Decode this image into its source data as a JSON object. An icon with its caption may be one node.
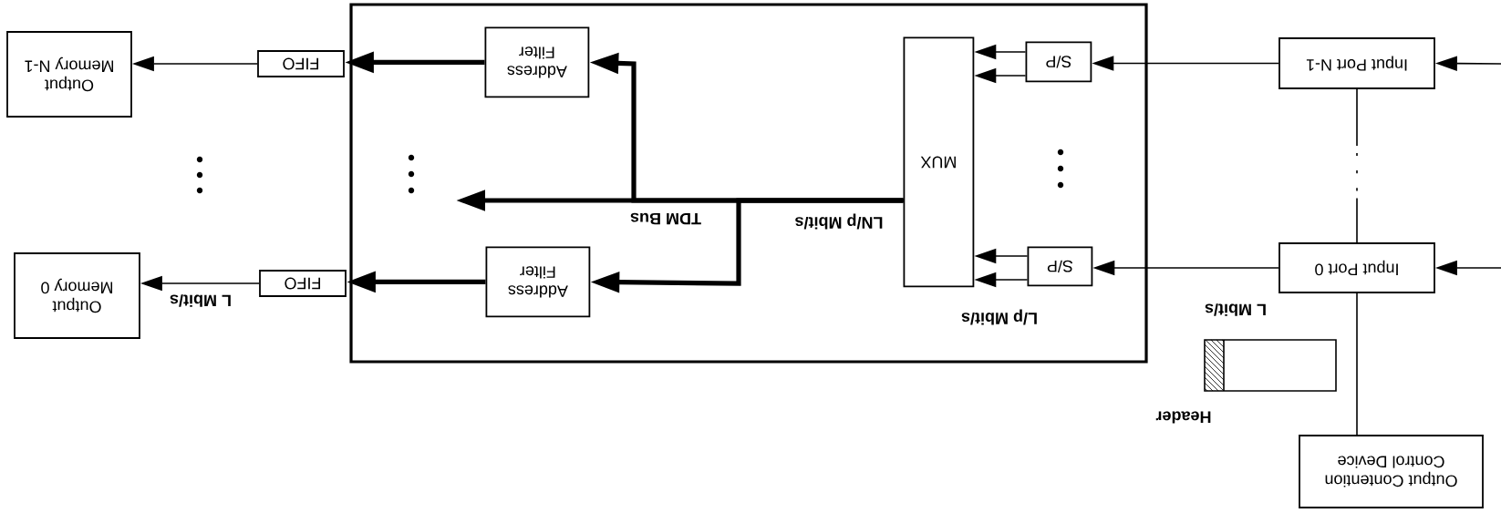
{
  "diagram": {
    "nodes": [
      {
        "text": [],
        "shape": "box"
      },
      {
        "text": [
          "Output Memory N-1"
        ]
      },
      {
        "text": [
          "Output Memory 0"
        ]
      },
      {
        "text": [
          "FIFO"
        ]
      },
      {
        "text": [
          "FIFO"
        ]
      },
      {
        "text": [
          "Address Filter"
        ],
        "in": 0
      },
      {
        "text": [
          "Address Filter"
        ],
        "in": 0
      },
      {
        "text": [
          "MUX"
        ],
        "in": 0
      },
      {
        "text": [
          "S/P"
        ],
        "in": 0
      },
      {
        "text": [
          "S/P"
        ],
        "in": 0
      },
      {
        "text": [
          "Input Port N-1"
        ]
      },
      {
        "text": [
          "Input Port 0"
        ]
      },
      {
        "text": [
          "Output Contention Control Device"
        ]
      }
    ],
    "edges": [
      {
        "from": 3,
        "to": 1,
        "arrow": "to"
      },
      {
        "from": 4,
        "to": 2,
        "arrow": "to"
      },
      {
        "from": 5,
        "to": 3,
        "arrow": "to",
        "style": "thick"
      },
      {
        "from": 6,
        "to": 4,
        "arrow": "to",
        "style": "thick"
      },
      {
        "from": 7,
        "to": 5,
        "arrow": "to",
        "style": "thick"
      },
      {
        "from": 7,
        "to": 6,
        "arrow": "to",
        "style": "thick"
      },
      {
        "from": 7,
        "to": null,
        "arrow": "to",
        "style": "thick"
      },
      {
        "from": 10,
        "to": 8,
        "arrow": "to"
      },
      {
        "from": 11,
        "to": 9,
        "arrow": "to"
      },
      {
        "from": 8,
        "to": 7,
        "arrow": "to"
      },
      {
        "from": 8,
        "to": 7,
        "arrow": "to"
      },
      {
        "from": 9,
        "to": 7,
        "arrow": "to"
      },
      {
        "from": 9,
        "to": 7,
        "arrow": "to"
      },
      {
        "from": null,
        "to": 10,
        "arrow": "to"
      },
      {
        "from": null,
        "to": 11,
        "arrow": "to"
      },
      {
        "from": 10,
        "to": 11,
        "arrow": "none",
        "style": "dashed"
      },
      {
        "from": 11,
        "to": 12,
        "arrow": "none"
      }
    ],
    "labels": [
      "L Mbit/s",
      "L/p Mbit/s",
      "LN/p Mbit/s",
      "TDM Bus",
      "L Mbit/s",
      "Header"
    ]
  }
}
